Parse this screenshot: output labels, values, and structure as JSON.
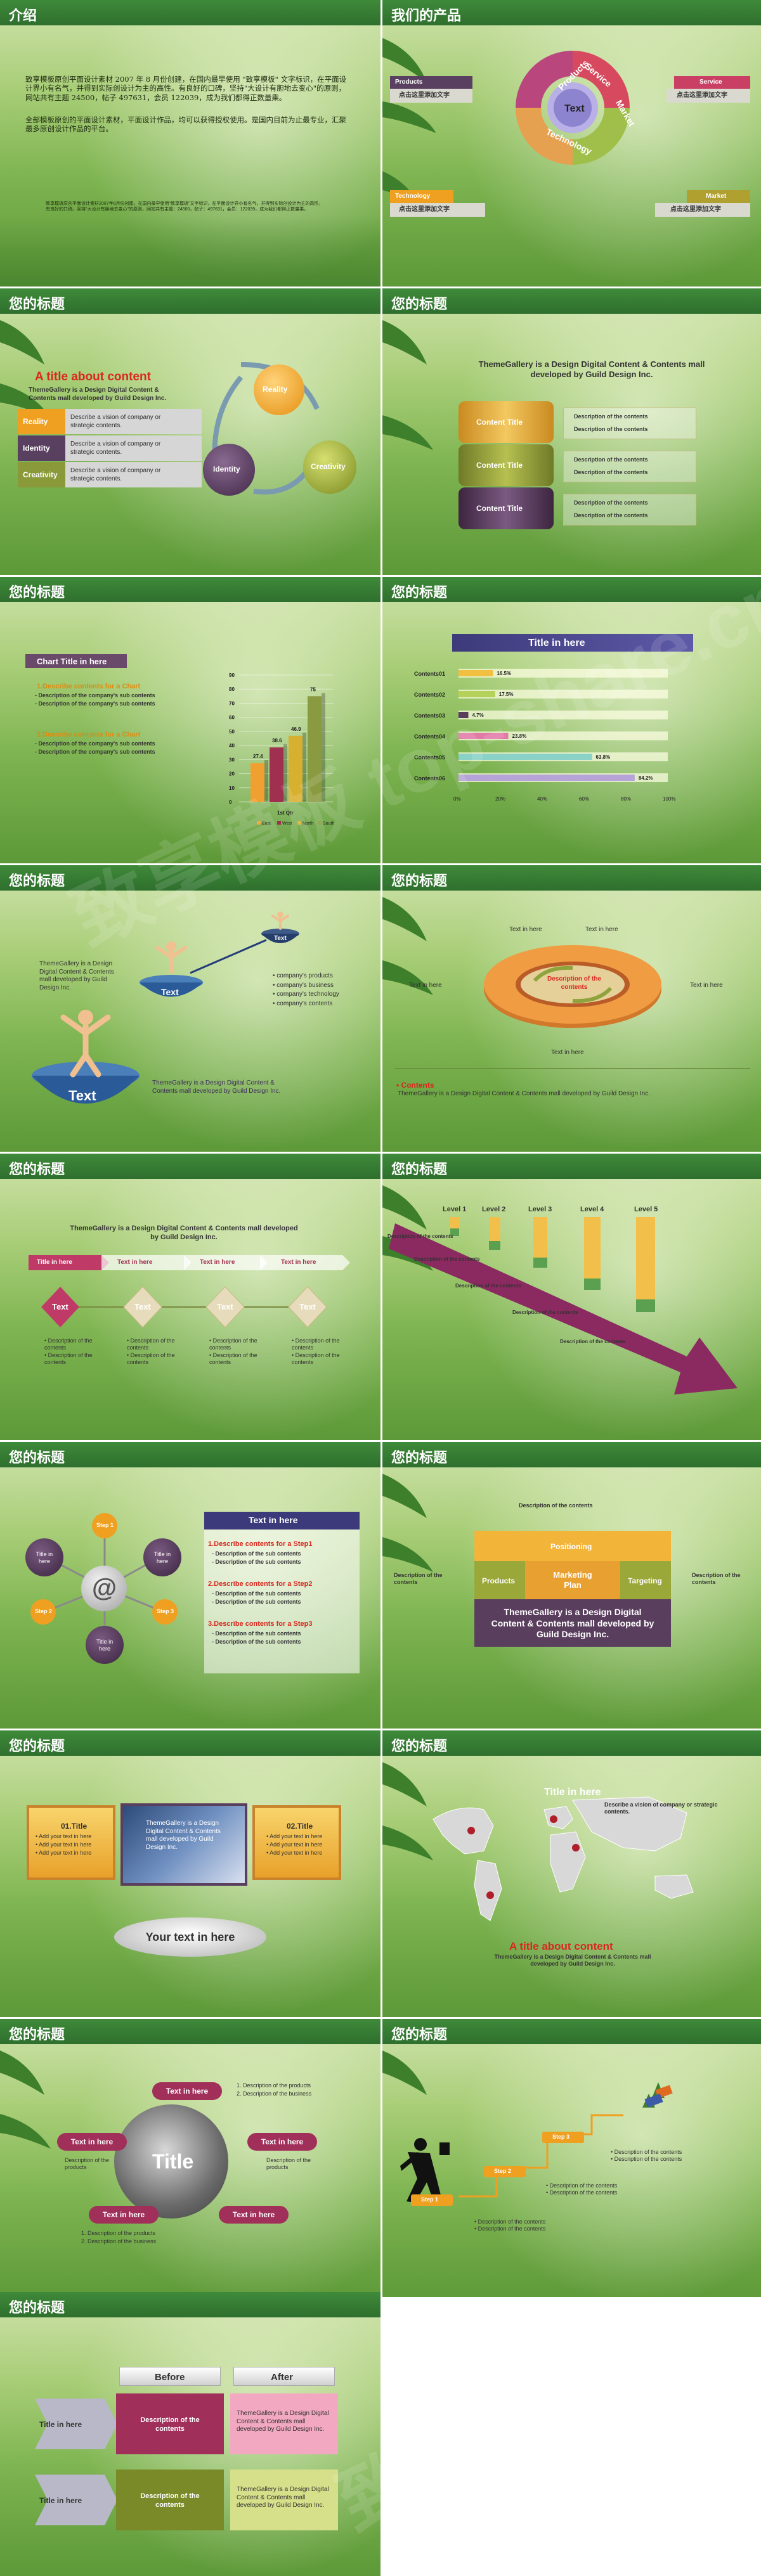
{
  "slides": {
    "s1": {
      "title": "介绍",
      "para1": "致享模板原创平面设计素材 2007 年 8 月份创建，在国内最早使用 \"致享模板\" 文字标识，在平面设计界小有名气，并得到实际创设计为主的高性。有良好的口碑，坚持\"大设计有胆地去变心\"的原则，网站共有主题 24500，帖子 497631，会员 122039，成为我们都得正数量乘。",
      "para2": "全部模板原创的平面设计素材，平面设计作品，均可以获得授权使用。是国内目前为止最专业，汇聚最多原创设计作品的平台。",
      "para3": "致享模板原创平面设计素材2007年8月份创建，在国内最早使用\"致享模板\"文字标识，在平面设计界小有名气，并得到实际创设计为主的高性，有良好的口碑。坚持\"大设计有胆地去变心\"的原则，网站共有主题：24500，帖子：497631，会员：122039，成为我们都得正数量乘。"
    },
    "s2": {
      "title": "我们的产品",
      "ring_products": "Products",
      "ring_service": "Service",
      "ring_market": "Market",
      "ring_technology": "Technology",
      "center": "Text",
      "tag_products": "Products",
      "tag_service": "Service",
      "tag_technology": "Technology",
      "tag_market": "Market",
      "click_text": "点击这里添加文字"
    },
    "s3": {
      "title": "您的标题",
      "heading": "A title about content",
      "sub": "ThemeGallery  is a Design Digital Content & Contents mall developed by Guild Design Inc.",
      "rows": [
        {
          "label": "Reality",
          "desc": "Describe a vision of company or strategic contents."
        },
        {
          "label": "Identity",
          "desc": "Describe a vision of company or strategic contents."
        },
        {
          "label": "Creativity",
          "desc": "Describe a vision of company or strategic contents."
        }
      ],
      "circles": [
        "Reality",
        "Identity",
        "Creativity"
      ]
    },
    "s4": {
      "title": "您的标题",
      "heading": "ThemeGallery  is a Design Digital Content & Contents mall developed by Guild Design Inc.",
      "layers": [
        "Content Title",
        "Content Title",
        "Content Title"
      ],
      "desc1": "Description of the contents",
      "desc2": "Description of the contents"
    },
    "s5": {
      "title": "您的标题",
      "chart_title": "Chart Title in here",
      "desc_head1": "1.Describe contents for a Chart",
      "desc_head2": "2.Describe contents for a Chart",
      "desc_line1": "- Description of the company's sub contents",
      "desc_line2": "- Description of the company's sub contents",
      "y_ticks": [
        "0",
        "10",
        "20",
        "30",
        "40",
        "50",
        "60",
        "70",
        "80",
        "90"
      ],
      "x_label": "1st Qtr",
      "legend": [
        "East",
        "West",
        "North",
        "South"
      ],
      "colors": [
        "#f0a030",
        "#a03050",
        "#d8b030",
        "#8a9a40"
      ],
      "data_labels": [
        "27.4",
        "38.6",
        "46.9",
        "75"
      ]
    },
    "s6": {
      "title": "您的标题",
      "heading": "Title in here",
      "rows": [
        "Contents01",
        "Contents02",
        "Contents03",
        "Contents04",
        "Contents05",
        "Contents06"
      ],
      "pct_labels": [
        "16.5%",
        "17.5%",
        "4.7%",
        "23.8%",
        "63.8%",
        "84.2%"
      ],
      "x_ticks": [
        "0%",
        "20%",
        "40%",
        "60%",
        "80%",
        "100%"
      ]
    },
    "s7": {
      "title": "您的标题",
      "text_small": "ThemeGallery  is a Design Digital Content & Contents mall developed by Guild Design Inc.",
      "bowl_big": "Text",
      "bowl_mid": "Text",
      "bowl_small": "Text",
      "bullets": [
        "company's products",
        "company's business",
        "company's technology",
        "company's contents"
      ],
      "text_bottom": "ThemeGallery  is a Design Digital Content & Contents mall developed by Guild Design Inc."
    },
    "s8": {
      "title": "您的标题",
      "labels": [
        "Text in here",
        "Text in here",
        "Text in here",
        "Text in here",
        "Text in here"
      ],
      "center": "Description of the contents",
      "bullet": "Contents",
      "footer": "ThemeGallery  is a Design Digital Content & Contents mall developed by Guild Design Inc."
    },
    "s9": {
      "title": "您的标题",
      "heading": "ThemeGallery  is a Design Digital Content & Contents mall developed by Guild Design Inc.",
      "arrow_labels": [
        "Title in here",
        "Text in here",
        "Text in here",
        "Text in here"
      ],
      "diamonds": [
        "Text",
        "Text",
        "Text",
        "Text"
      ],
      "desc": "Description of the contents"
    },
    "s10": {
      "title": "您的标题",
      "levels": [
        "Level 1",
        "Level 2",
        "Level 3",
        "Level 4",
        "Level 5"
      ],
      "desc": "Description of the contents"
    },
    "s11": {
      "title": "您的标题",
      "circles": [
        "Title in here",
        "Title in here",
        "Title in here"
      ],
      "steps": [
        "Step 1",
        "Step 2",
        "Step 3"
      ],
      "at": "@",
      "panel_title": "Text in here",
      "items": [
        {
          "head": "1.Describe contents for a Step1",
          "lines": [
            "- Description of the sub contents",
            "- Description of the sub contents"
          ]
        },
        {
          "head": "2.Describe contents for a Step2",
          "lines": [
            "- Description of the sub contents",
            "- Description of the sub contents"
          ]
        },
        {
          "head": "3.Describe contents for a Step3",
          "lines": [
            "- Description of the sub contents",
            "- Description of the sub contents"
          ]
        }
      ]
    },
    "s12": {
      "title": "您的标题",
      "desc_top": "Description of the contents",
      "desc_left": "Description of the contents",
      "desc_right": "Description of the contents",
      "positioning": "Positioning",
      "products": "Products",
      "center": "Marketing Plan",
      "targeting": "Targeting",
      "footer": "ThemeGallery  is a Design Digital Content & Contents mall developed by Guild Design Inc."
    },
    "s13": {
      "title": "您的标题",
      "left_title": "01.Title",
      "right_title": "02.Title",
      "item": "• Add your text in here",
      "photo_text": "ThemeGallery is a Design Digital Content & Contents mall developed by Guild Design Inc.",
      "oval_text": "Your text in here"
    },
    "s14": {
      "title": "您的标题",
      "heading": "Title in here",
      "desc": "Describe a vision of company or strategic contents.",
      "sub_heading": "A title about content",
      "sub_text": "ThemeGallery  is a Design Digital Content & Contents mall developed by Guild Design Inc."
    },
    "s15": {
      "title": "您的标题",
      "center": "Title",
      "pills": [
        "Text in here",
        "Text in here",
        "Text in here",
        "Text in here",
        "Text in here"
      ],
      "desc_products": "1. Description of the products",
      "desc_business": "2. Description of the business",
      "desc_mid": "Description of the products"
    },
    "s16": {
      "title": "您的标题",
      "steps": [
        "Step 1",
        "Step 2",
        "Step 3"
      ],
      "desc": "Description of the contents"
    },
    "s17": {
      "title": "您的标题",
      "before": "Before",
      "after": "After",
      "row_label": "Title in here",
      "desc": "Description of the contents",
      "theme": "ThemeGallery  is a Design Digital Content & Contents mall developed by Guild Design Inc."
    }
  },
  "watermark": "致享模板 top-share.cn"
}
